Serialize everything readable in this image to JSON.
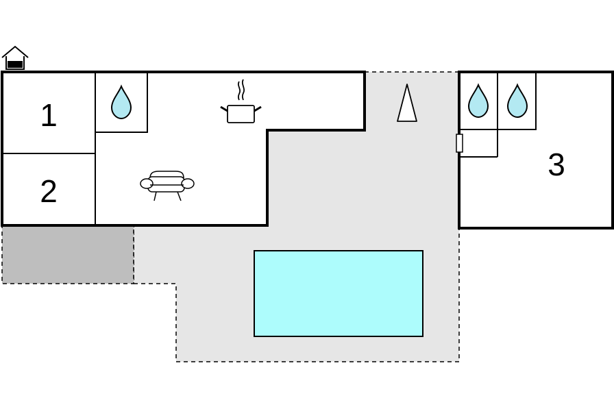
{
  "rooms": [
    {
      "id": "bedroom-1",
      "label": "1"
    },
    {
      "id": "bedroom-2",
      "label": "2"
    },
    {
      "id": "bedroom-3",
      "label": "3"
    }
  ],
  "icons": {
    "upper_floor_indicator": "house-floor-icon",
    "kitchen": "cooking-pot-icon",
    "living_room": "sofa-icon",
    "bathroom": "water-drop-icon",
    "garden": "parasol-icon",
    "door": "door-icon"
  },
  "colors": {
    "terrace": "#e6e6e6",
    "covered_area": "#bebebe",
    "pool": "#adfcfc",
    "water_drop": "#b3e9f2",
    "walls": "#000000"
  }
}
